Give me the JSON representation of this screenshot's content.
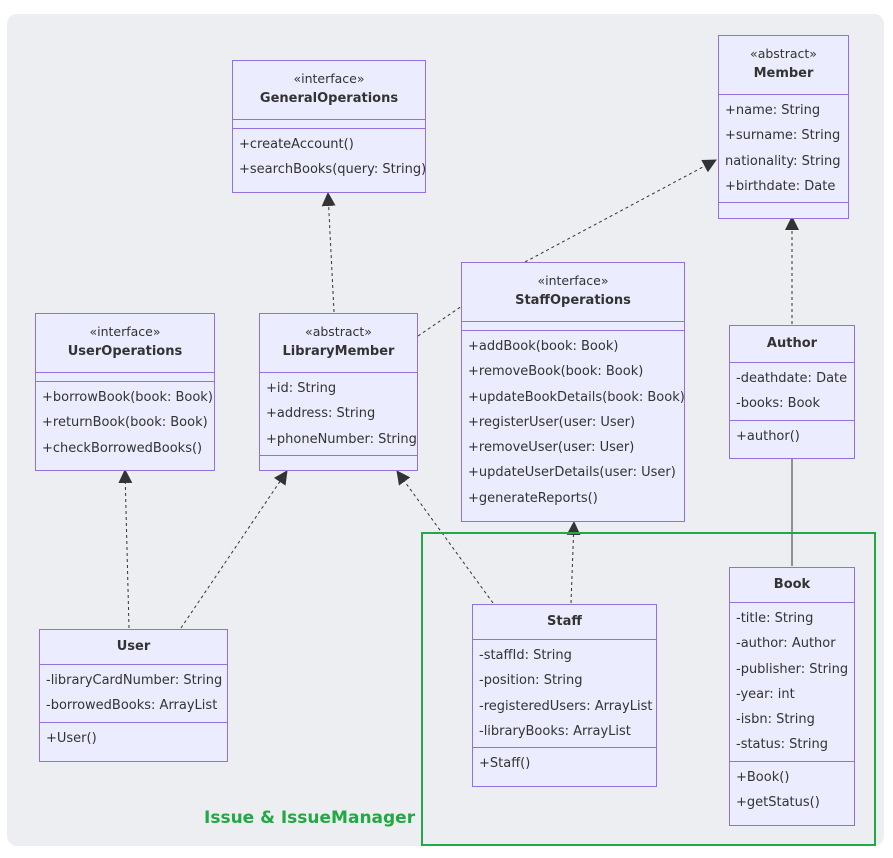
{
  "group": {
    "label": "Issue & IssueManager",
    "color": "#23a843"
  },
  "classes": {
    "general_operations": {
      "stereotype": "«interface»",
      "name": "GeneralOperations",
      "attributes": [],
      "methods": [
        "+createAccount()",
        "+searchBooks(query: String)"
      ]
    },
    "member": {
      "stereotype": "«abstract»",
      "name": "Member",
      "attributes": [
        "+name: String",
        "+surname: String",
        "nationality: String",
        "+birthdate: Date"
      ],
      "methods": []
    },
    "user_operations": {
      "stereotype": "«interface»",
      "name": "UserOperations",
      "attributes": [],
      "methods": [
        "+borrowBook(book: Book)",
        "+returnBook(book: Book)",
        "+checkBorrowedBooks()"
      ]
    },
    "library_member": {
      "stereotype": "«abstract»",
      "name": "LibraryMember",
      "attributes": [
        "+id: String",
        "+address: String",
        "+phoneNumber: String"
      ],
      "methods": []
    },
    "staff_operations": {
      "stereotype": "«interface»",
      "name": "StaffOperations",
      "attributes": [],
      "methods": [
        "+addBook(book: Book)",
        "+removeBook(book: Book)",
        "+updateBookDetails(book: Book)",
        "+registerUser(user: User)",
        "+removeUser(user: User)",
        "+updateUserDetails(user: User)",
        "+generateReports()"
      ]
    },
    "author": {
      "stereotype": "",
      "name": "Author",
      "attributes": [
        "-deathdate: Date",
        "-books: Book"
      ],
      "methods": [
        "+author()"
      ]
    },
    "user": {
      "stereotype": "",
      "name": "User",
      "attributes": [
        "-libraryCardNumber: String",
        "-borrowedBooks: ArrayList"
      ],
      "methods": [
        "+User()"
      ]
    },
    "staff": {
      "stereotype": "",
      "name": "Staff",
      "attributes": [
        "-staffId: String",
        "-position: String",
        "-registeredUsers: ArrayList",
        "-libraryBooks: ArrayList"
      ],
      "methods": [
        "+Staff()"
      ]
    },
    "book": {
      "stereotype": "",
      "name": "Book",
      "attributes": [
        "-title: String",
        "-author: Author",
        "-publisher: String",
        "-year: int",
        "-isbn: String",
        "-status: String"
      ],
      "methods": [
        "+Book()",
        "+getStatus()"
      ]
    }
  },
  "colors": {
    "class_fill": "#ececff",
    "class_border": "#9370db",
    "edge": "#333333",
    "background": "#eceef2"
  }
}
